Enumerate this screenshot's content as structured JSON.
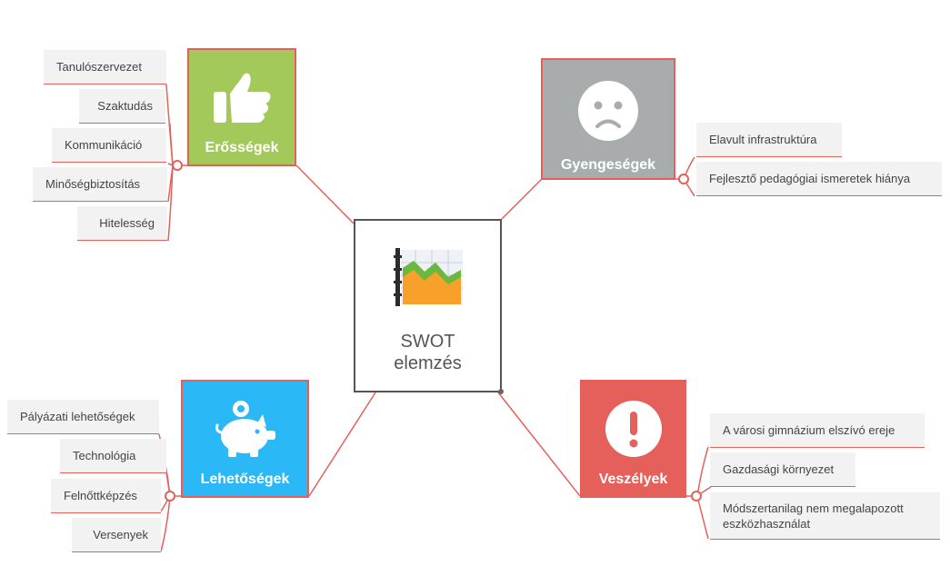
{
  "center": {
    "title_line1": "SWOT",
    "title_line2": "elemzés"
  },
  "strengths": {
    "label": "Erősségek",
    "color": "#a4c95b",
    "icon": "thumbs-up-icon",
    "items": [
      "Tanulószervezet",
      "Szaktudás",
      "Kommunikáció",
      "Minőségbiztosítás",
      "Hitelesség"
    ]
  },
  "weaknesses": {
    "label": "Gyengeségek",
    "color": "#a9acad",
    "icon": "sad-face-icon",
    "items": [
      "Elavult infrastruktúra",
      "Fejlesztő pedagógiai ismeretek hiánya"
    ]
  },
  "opportunities": {
    "label": "Lehetőségek",
    "color": "#2bb8f7",
    "icon": "piggy-bank-icon",
    "items": [
      "Pályázati lehetőségek",
      "Technológia",
      "Felnőttképzés",
      "Versenyek"
    ]
  },
  "threats": {
    "label": "Veszélyek",
    "color": "#e5605a",
    "icon": "exclamation-icon",
    "items": [
      "A városi gimnázium elszívó ereje",
      "Gazdasági környezet",
      "Módszertanilag nem megalapozott eszközhasználat"
    ]
  },
  "colors": {
    "connector": "#e5605a",
    "border": "#555555"
  }
}
